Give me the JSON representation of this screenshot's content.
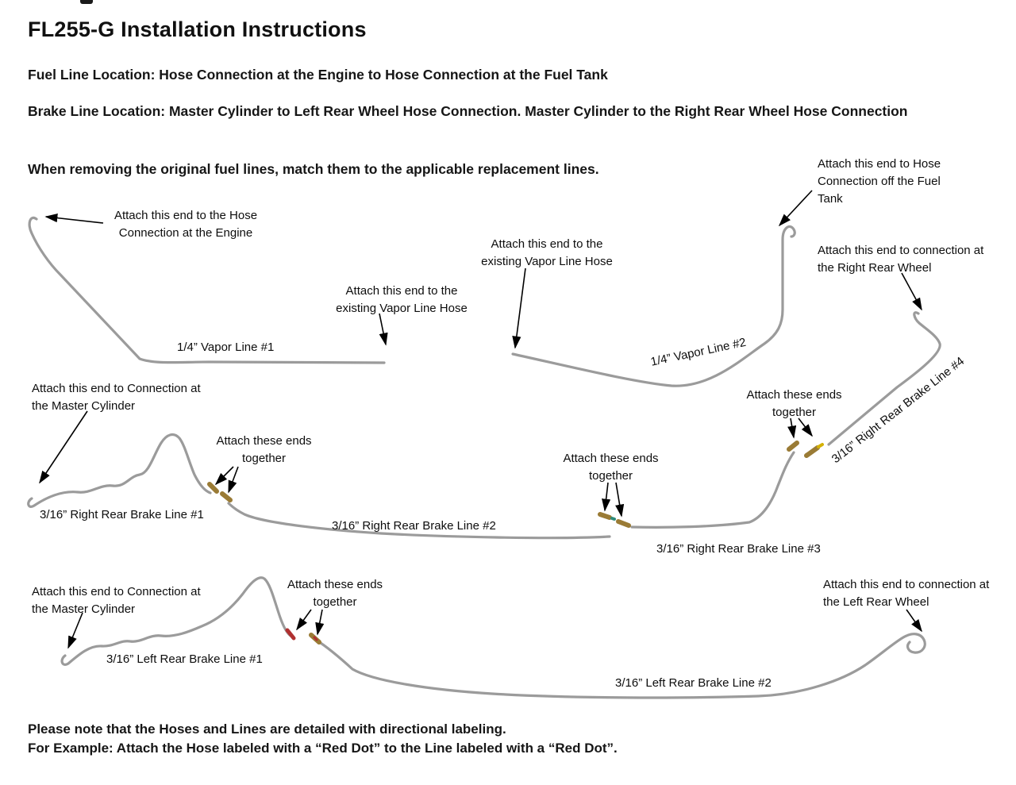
{
  "title": "FL255-G  Installation Instructions",
  "intro": {
    "fuel_line_location": "Fuel Line Location: Hose Connection at the Engine to Hose Connection at the Fuel Tank",
    "brake_line_location": "Brake Line Location: Master Cylinder to Left Rear Wheel Hose Connection. Master Cylinder to the Right Rear Wheel Hose Connection",
    "matching_note": "When removing the original fuel lines, match them to the applicable replacement lines."
  },
  "annotations": {
    "engine_hose": "Attach this end to the Hose Connection at the Engine",
    "vapor1_hose": "Attach this end to the existing Vapor Line Hose",
    "vapor2_hose": "Attach this end to the existing Vapor Line Hose",
    "fuel_tank_hose": "Attach this end to Hose Connection off the Fuel Tank",
    "right_rear_wheel": "Attach this end to connection at the Right Rear Wheel",
    "left_rear_wheel": "Attach this end to connection at the Left Rear Wheel",
    "master_cylinder_right": "Attach this end to Connection at the  Master Cylinder",
    "master_cylinder_left": "Attach this end to Connection at the  Master Cylinder",
    "ends_together_right_rear_4": "Attach these ends together",
    "ends_together_right_rear_1": "Attach these ends together",
    "ends_together_right_rear_2_3": "Attach these ends together",
    "ends_together_left_rear": "Attach these ends together"
  },
  "line_labels": {
    "vapor_line_1": "1/4” Vapor Line #1",
    "vapor_line_2": "1/4” Vapor Line #2",
    "right_rear_1": "3/16” Right Rear Brake Line #1",
    "right_rear_2": "3/16” Right Rear Brake Line #2",
    "right_rear_3": "3/16” Right Rear Brake Line #3",
    "right_rear_4": "3/16” Right Rear Brake Line #4",
    "left_rear_1": "3/16” Left Rear Brake Line #1",
    "left_rear_2": "3/16” Left Rear Brake Line #2"
  },
  "footer": {
    "note_labeling": "Please note that the Hoses and Lines are detailed with directional labeling.",
    "note_example": "For Example: Attach the Hose labeled with a “Red Dot” to the Line labeled with a “Red Dot”."
  },
  "colors": {
    "tube_gray": "#9b9b9b",
    "fitting_gold": "#9a7b35",
    "dot_red": "#b22222",
    "arrow_black": "#000000"
  }
}
